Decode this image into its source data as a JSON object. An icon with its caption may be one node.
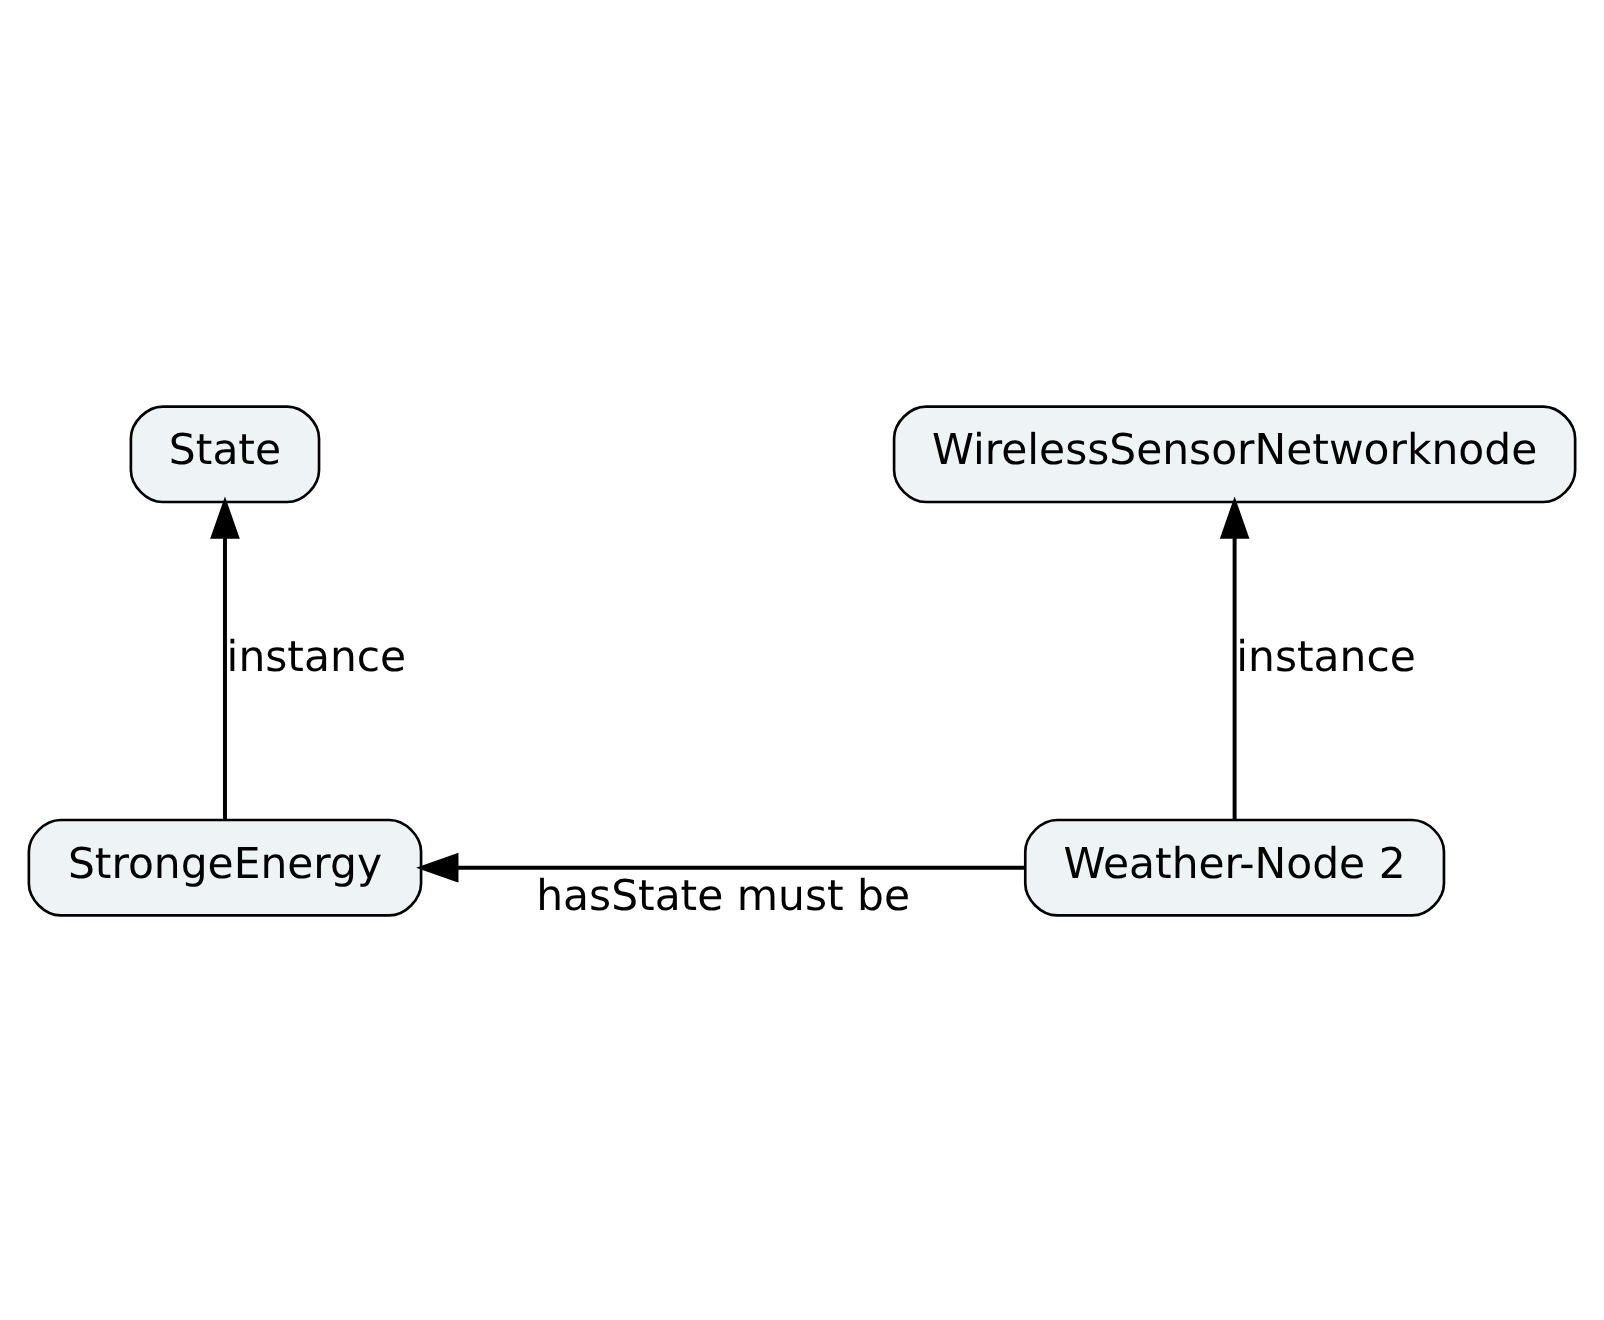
{
  "diagram": {
    "nodes": [
      {
        "text": [
          "State"
        ]
      },
      {
        "text": [
          "WirelessSensorNetworknode"
        ]
      },
      {
        "text": [
          "StrongeEnergy"
        ]
      },
      {
        "text": [
          "Weather-Node 2"
        ]
      }
    ],
    "edges": [
      {
        "from": 2,
        "to": 0,
        "arrow": "to",
        "label": "instance"
      },
      {
        "from": 3,
        "to": 1,
        "arrow": "to",
        "label": "instance"
      },
      {
        "from": 3,
        "to": 2,
        "arrow": "to",
        "label": "hasState must be"
      }
    ]
  }
}
